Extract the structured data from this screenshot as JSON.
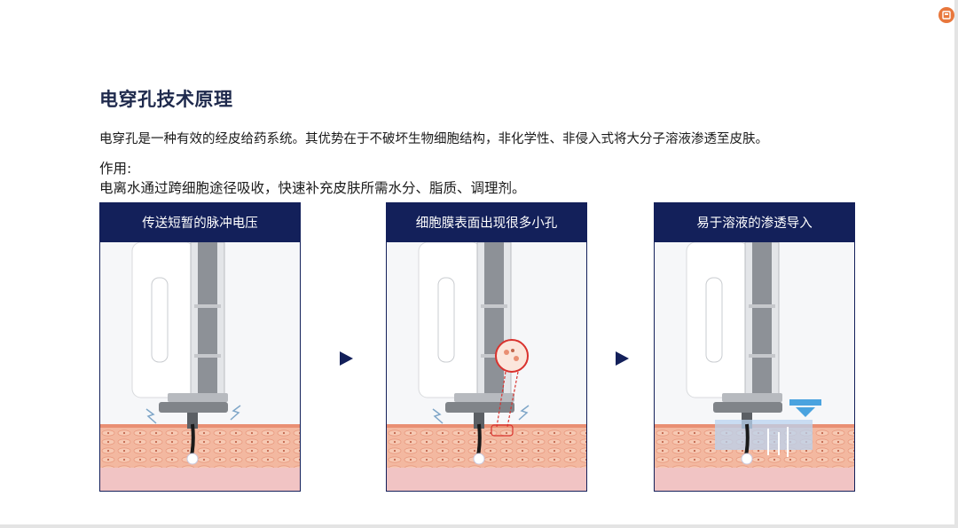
{
  "slide": {
    "title": "电穿孔技术原理",
    "description": "电穿孔是一种有效的经皮给药系统。其优势在于不破坏生物细胞结构，非化学性、非侵入式将大分子溶液渗透至皮肤。",
    "effect_label": "作用:",
    "effect_text": "电离水通过跨细胞途径吸收，快速补充皮肤所需水分、脂质、调理剂。"
  },
  "panels": [
    {
      "header": "传送短暂的脉冲电压"
    },
    {
      "header": "细胞膜表面出现很多小孔"
    },
    {
      "header": "易于溶液的渗透导入"
    }
  ],
  "icons": {
    "corner": "app-badge-icon",
    "arrow": "play-triangle-icon"
  },
  "colors": {
    "header_bg": "#13205a",
    "title": "#1f2a4d",
    "skin_top": "#f3b8a0",
    "skin_bottom": "#f1c4c4",
    "accent_red": "#d9322e",
    "badge": "#e8773c"
  }
}
